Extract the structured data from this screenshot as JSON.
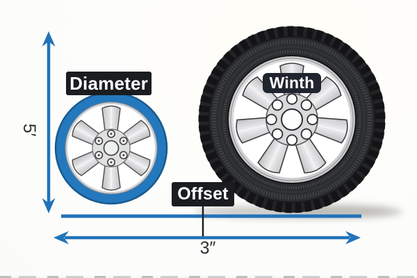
{
  "figure": {
    "type": "wheel-and-tire-dimension-diagram"
  },
  "labels": {
    "diameter": "Diameter",
    "width": "Winth",
    "offset": "Offset"
  },
  "dimensions": {
    "vertical": "5′",
    "horizontal": "3″"
  },
  "illustrations": {
    "small_wheel": "blue-rim-wheel",
    "large_wheel": "tire-with-alloy-rim"
  },
  "colors": {
    "accent_blue": "#2173b9",
    "wheel_blue": "#2478bd",
    "label_bg_dark": "#1a1c20",
    "label_bg_navy": "#20242e",
    "label_text": "#ffffff",
    "measure_text": "#2f2f30",
    "tire_dark": "#2c2d2f",
    "rim_silver": "#d8d9db",
    "background": "#fdfdfb"
  }
}
